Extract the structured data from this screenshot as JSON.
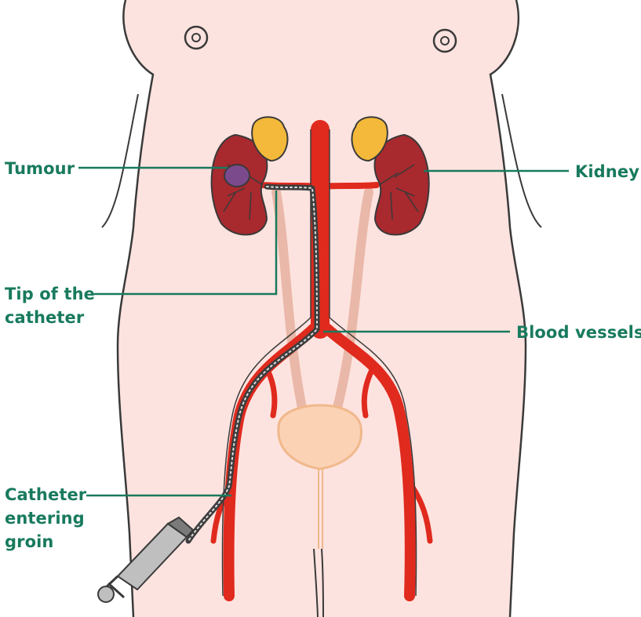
{
  "diagram": {
    "colors": {
      "label_text": "#187a5e",
      "leader_line": "#187a5e",
      "skin": "#fde3df",
      "outline": "#3a3a3a",
      "artery": "#e02a1e",
      "kidney": "#a8292e",
      "adrenal": "#f4b93a",
      "tumour": "#7b4a8c",
      "ureter": "#e9b8a8",
      "bladder": "#fbd2b4",
      "catheter": "#3d3d3d"
    },
    "labels": {
      "tumour": "Tumour",
      "kidney": "Kidney",
      "tip_line1": "Tip of the",
      "tip_line2": "catheter",
      "blood_vessels": "Blood vessels",
      "catheter_line1": "Catheter",
      "catheter_line2": "entering",
      "catheter_line3": "groin"
    }
  }
}
